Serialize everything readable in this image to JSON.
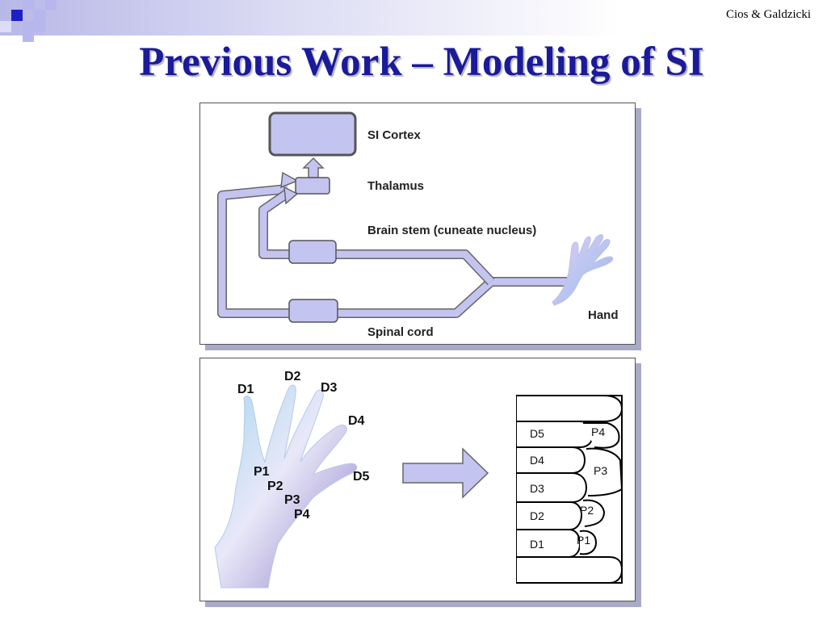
{
  "header": {
    "credit": "Cios & Galdzicki",
    "title": "Previous Work – Modeling of SI",
    "accent_colors": {
      "title": "#1a1a9a",
      "squares_dark": "#2a2ad0",
      "squares_light": "#b0b0ec",
      "pathway": "#c4c4f0"
    }
  },
  "pathway_diagram": {
    "labels": {
      "cortex": "SI Cortex",
      "thalamus": "Thalamus",
      "brainstem": "Brain stem (cuneate nucleus)",
      "spinal": "Spinal cord",
      "hand": "Hand"
    }
  },
  "somatotopy_diagram": {
    "hand_labels": {
      "d1": "D1",
      "d2": "D2",
      "d3": "D3",
      "d4": "D4",
      "d5": "D5",
      "p1": "P1",
      "p2": "P2",
      "p3": "P3",
      "p4": "P4"
    },
    "map_labels": {
      "d5": "D5",
      "d4": "D4",
      "d3": "D3",
      "d2": "D2",
      "d1": "D1",
      "p4": "P4",
      "p3": "P3",
      "p2": "P2",
      "p1": "P1"
    }
  }
}
